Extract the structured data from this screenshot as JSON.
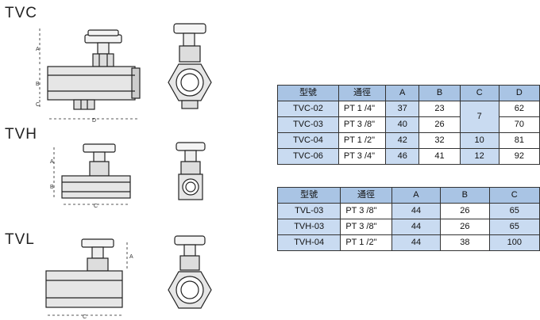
{
  "labels": {
    "tvc": "TVC",
    "tvh": "TVH",
    "tvl": "TVL"
  },
  "dims": {
    "a": "A",
    "b": "B",
    "c": "C",
    "d": "D"
  },
  "table1": {
    "headers": [
      "型號",
      "通徑",
      "A",
      "B",
      "C",
      "D"
    ],
    "rows": [
      {
        "model": "TVC-02",
        "size": "PT 1 /4\"",
        "a": "37",
        "b": "23",
        "d": "62"
      },
      {
        "model": "TVC-03",
        "size": "PT 3 /8\"",
        "a": "40",
        "b": "26",
        "d": "70"
      },
      {
        "model": "TVC-04",
        "size": "PT 1 /2\"",
        "a": "42",
        "b": "32",
        "c": "10",
        "d": "81"
      },
      {
        "model": "TVC-06",
        "size": "PT 3 /4\"",
        "a": "46",
        "b": "41",
        "c": "12",
        "d": "92"
      }
    ],
    "c_merged": "7"
  },
  "table2": {
    "headers": [
      "型號",
      "通徑",
      "A",
      "B",
      "C"
    ],
    "rows": [
      {
        "model": "TVL-03",
        "size": "PT 3 /8\"",
        "a": "44",
        "b": "26",
        "c": "65"
      },
      {
        "model": "TVH-03",
        "size": "PT 3 /8\"",
        "a": "44",
        "b": "26",
        "c": "65"
      },
      {
        "model": "TVH-04",
        "size": "PT 1 /2\"",
        "a": "44",
        "b": "38",
        "c": "100"
      }
    ]
  }
}
